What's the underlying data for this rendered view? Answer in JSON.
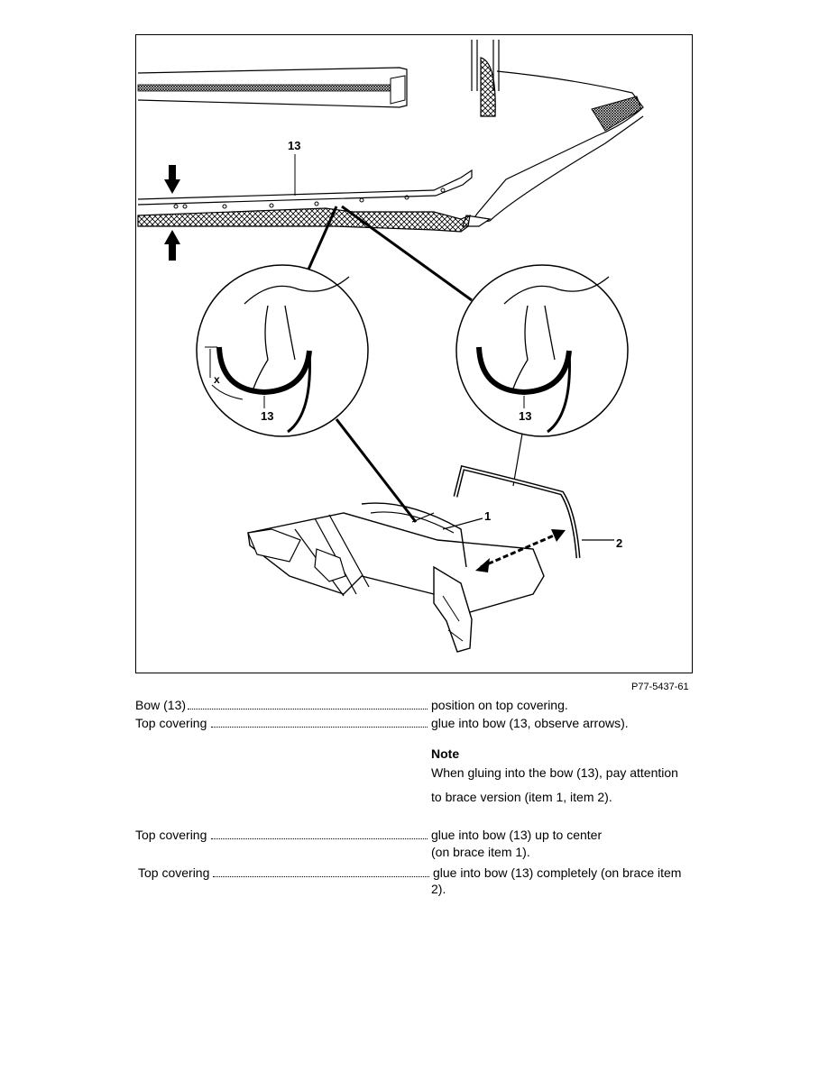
{
  "figure": {
    "callout_13_top": "13",
    "callout_13_left": "13",
    "callout_13_right": "13",
    "callout_x": "x",
    "callout_1": "1",
    "callout_2": "2",
    "code": "P77-5437-61"
  },
  "steps": [
    {
      "label": "Bow (13)",
      "action": "position on top covering."
    },
    {
      "label": "Top covering",
      "action": "glue into bow (13, observe arrows)."
    },
    {
      "label": "Top covering",
      "action": "glue into bow (13) up to center",
      "action2": "(on brace item 1)."
    },
    {
      "label": "Top covering",
      "action": "glue into bow (13) completely (on brace item",
      "action2": "2)."
    }
  ],
  "note": {
    "title": "Note",
    "line1": "When gluing into the bow (13), pay attention",
    "line2": "to brace version (item 1, item 2)."
  }
}
